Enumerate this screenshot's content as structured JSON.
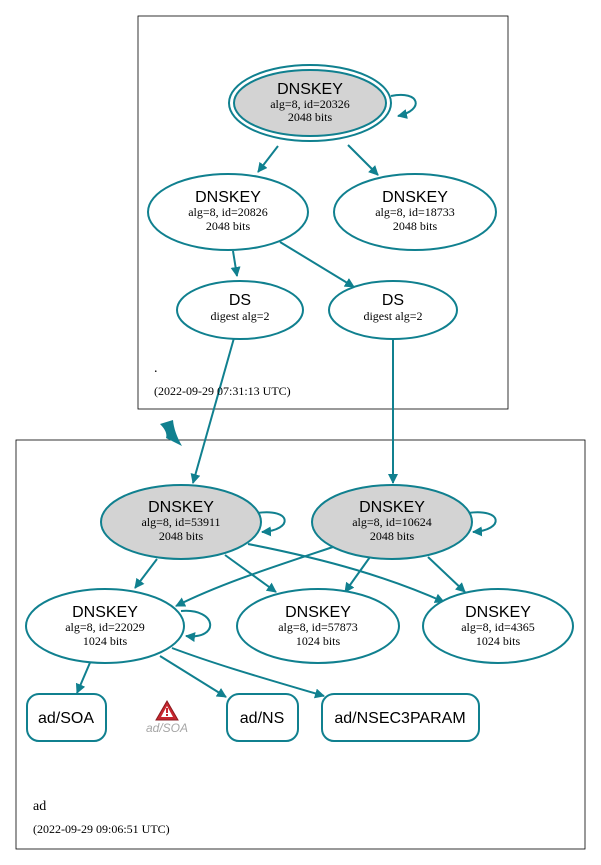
{
  "colors": {
    "edge": "#10808f",
    "ksk_fill": "#d3d3d3",
    "warning_red": "#c6262e"
  },
  "zones": {
    "root": {
      "name": ".",
      "timestamp": "(2022-09-29 07:31:13 UTC)"
    },
    "ad": {
      "name": "ad",
      "timestamp": "(2022-09-29 09:06:51 UTC)"
    }
  },
  "nodes": {
    "root_ksk": {
      "title": "DNSKEY",
      "line1": "alg=8, id=20326",
      "line2": "2048 bits"
    },
    "root_zsk1": {
      "title": "DNSKEY",
      "line1": "alg=8, id=20826",
      "line2": "2048 bits"
    },
    "root_zsk2": {
      "title": "DNSKEY",
      "line1": "alg=8, id=18733",
      "line2": "2048 bits"
    },
    "ds1": {
      "title": "DS",
      "line1": "digest alg=2"
    },
    "ds2": {
      "title": "DS",
      "line1": "digest alg=2"
    },
    "ad_ksk1": {
      "title": "DNSKEY",
      "line1": "alg=8, id=53911",
      "line2": "2048 bits"
    },
    "ad_ksk2": {
      "title": "DNSKEY",
      "line1": "alg=8, id=10624",
      "line2": "2048 bits"
    },
    "ad_zsk1": {
      "title": "DNSKEY",
      "line1": "alg=8, id=22029",
      "line2": "1024 bits"
    },
    "ad_zsk2": {
      "title": "DNSKEY",
      "line1": "alg=8, id=57873",
      "line2": "1024 bits"
    },
    "ad_zsk3": {
      "title": "DNSKEY",
      "line1": "alg=8, id=4365",
      "line2": "1024 bits"
    },
    "rr_soa": {
      "title": "ad/SOA"
    },
    "rr_ns": {
      "title": "ad/NS"
    },
    "rr_nsec3param": {
      "title": "ad/NSEC3PARAM"
    }
  },
  "warning": {
    "label": "ad/SOA",
    "icon": "warning-triangle-icon"
  }
}
